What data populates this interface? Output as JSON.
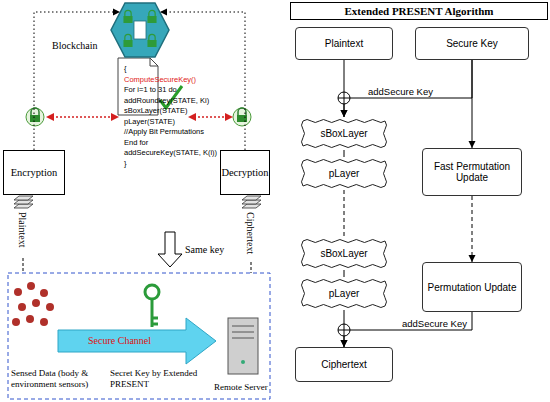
{
  "diagram": {
    "title": "Extended PRESENT Algorithm",
    "nodes": [
      {
        "text": [
          "Blockchain"
        ]
      },
      {
        "text": [
          "{",
          "ComputeSecureKey()",
          "For i=1 to 31 do",
          "addRoundkey(STATE, Ki)",
          "sBoxLayer(STATE)",
          "pLayer(STATE)",
          "//Apply Bit Permutations",
          "End for",
          "addSecureKey(STATE, K(i))",
          "}"
        ]
      },
      {
        "text": [
          "Encryption"
        ]
      },
      {
        "text": [
          "Decryption"
        ]
      },
      {
        "text": [
          "Plaintext"
        ]
      },
      {
        "text": [
          "Secure Key"
        ]
      },
      {
        "text": [
          "sBoxLayer"
        ]
      },
      {
        "text": [
          "pLayer"
        ]
      },
      {
        "text": [
          "Fast Permutation Update"
        ]
      },
      {
        "text": [
          "sBoxLayer"
        ]
      },
      {
        "text": [
          "pLayer"
        ]
      },
      {
        "text": [
          "Permutation Update"
        ]
      },
      {
        "text": [
          "Ciphertext"
        ]
      }
    ],
    "edges": [
      {
        "from": 2,
        "to": 0,
        "arrow": "to"
      },
      {
        "from": 3,
        "to": 0,
        "arrow": "to"
      },
      {
        "from": 4,
        "to": 6,
        "arrow": "to"
      },
      {
        "from": 5,
        "to": 6,
        "label": "addSecure Key",
        "arrow": "to"
      },
      {
        "from": 5,
        "to": 8,
        "arrow": "to"
      },
      {
        "from": 6,
        "to": 7,
        "arrow": "none"
      },
      {
        "from": 7,
        "to": 9,
        "arrow": "none"
      },
      {
        "from": 9,
        "to": 10,
        "arrow": "none"
      },
      {
        "from": 8,
        "to": 11,
        "arrow": "to"
      },
      {
        "from": 10,
        "to": 12,
        "arrow": "to"
      },
      {
        "from": 11,
        "to": 12,
        "label": "addSecure Key",
        "arrow": "to"
      }
    ],
    "labels": [
      "Plaintext",
      "Ciphertext",
      "Same key",
      "Secure Channel",
      "Sensed Data (body & environment sensors)",
      "Secret Key by Extended PRESENT",
      "Remote Server"
    ]
  }
}
